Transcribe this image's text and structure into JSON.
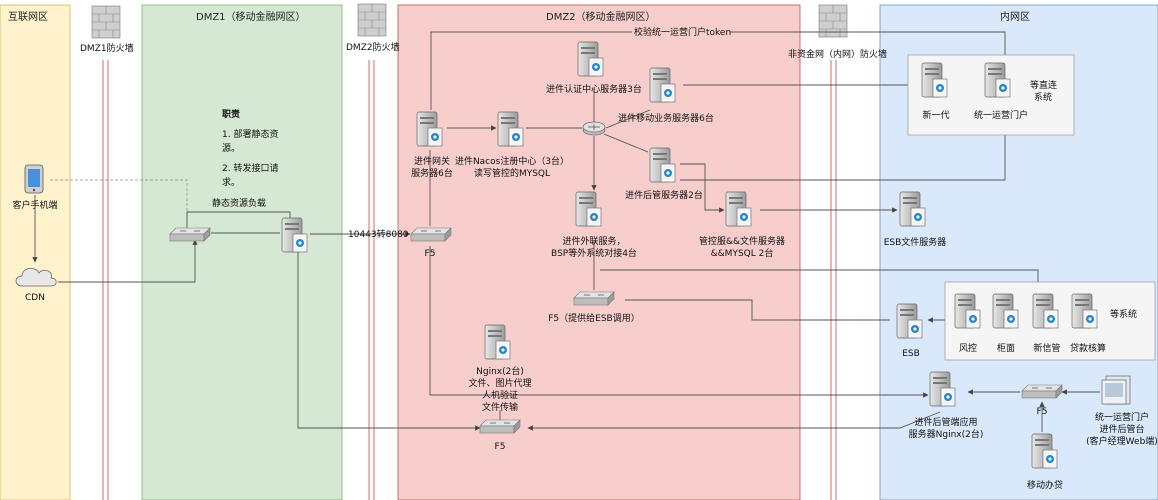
{
  "zones": {
    "internet": "互联网区",
    "dmz1": "DMZ1（移动金融网区）",
    "dmz2": "DMZ2（移动金融网区）",
    "intranet": "内网区"
  },
  "firewalls": {
    "dmz1": "DMZ1防火墙",
    "dmz2": "DMZ2防火墙",
    "nonfin": "非资金网（内网）防火墙"
  },
  "nodes": {
    "phone": "客户手机端",
    "cdn": "CDN",
    "static_lb": "静态资源负载",
    "port_map": "10443转8080",
    "f5_main": "F5",
    "gateway": [
      "进件网关",
      "服务器6台"
    ],
    "auth": "进件认证中心服务器3台",
    "nacos": [
      "进件Nacos注册中心（3台）",
      "读写管控的MYSQL"
    ],
    "mobile_biz": "进件移动业务服务器6台",
    "backend": "进件后管服务器2台",
    "external": [
      "进件外联服务，",
      "BSP等外系统对接4台"
    ],
    "mgmt": [
      "管控服&&文件服务器",
      "&&MYSQL 2台"
    ],
    "f5_esb": "F5（提供给ESB调用）",
    "nginx": [
      "Nginx(2台)",
      "文件、图片代理",
      "人机验证",
      "文件传输"
    ],
    "f5_bottom": "F5",
    "xindai": "新一代",
    "portal": "统一运营门户",
    "direct": [
      "等直连",
      "系统"
    ],
    "esb_file": "ESB文件服务器",
    "esb": "ESB",
    "fengkong": "风控",
    "guimian": "柜面",
    "xinxinguan": "新信管",
    "daikuan": "贷款核算",
    "other_sys": "等系统",
    "backend_app": [
      "进件后管端应用",
      "服务器Nginx(2台)"
    ],
    "f5_intranet": "F5",
    "portal_client": [
      "统一运营门户",
      "进件后管台",
      "(客户经理Web端)"
    ],
    "mobile_loan": "移动办贷"
  },
  "duties": {
    "title": "职责",
    "items": [
      "1. 部署静态资",
      "源。",
      "2. 转发接口请",
      "求。"
    ]
  },
  "edge_labels": {
    "token": "校验统一运营门户token"
  }
}
